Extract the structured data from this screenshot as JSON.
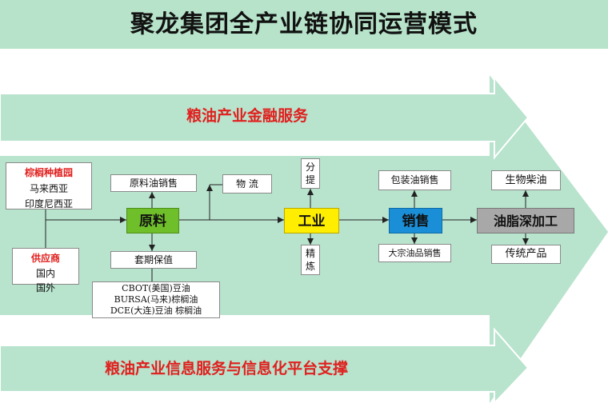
{
  "title": "聚龙集团全产业链协同运营模式",
  "bands": {
    "top": "粮油产业金融服务",
    "bottom": "粮油产业信息服务与信息化平台支撑"
  },
  "source": {
    "plantation_title": "棕榈种植园",
    "plantation_lines": [
      "马来西亚",
      "印度尼西亚"
    ],
    "supplier_title": "供应商",
    "supplier_lines": [
      "国内",
      "国外"
    ]
  },
  "stages": {
    "raw": "原料",
    "industry": "工业",
    "sales": "销售",
    "deep": "油脂深加工"
  },
  "boxes": {
    "raw_oil_sales": "原料油销售",
    "logistics": "物 流",
    "hedging": "套期保值",
    "futures": [
      "CBOT(美国)豆油",
      "BURSA(马来)棕榈油",
      "DCE(大连)豆油 棕榈油"
    ],
    "fractionation": [
      "分",
      "提"
    ],
    "refining": [
      "精",
      "炼"
    ],
    "packaged_sales": "包装油销售",
    "bulk_sales": "大宗油品销售",
    "biodiesel": "生物柴油",
    "traditional": "传统产品"
  },
  "colors": {
    "band_fill": "#b8e3cd",
    "title_bg": "#b6e3c9",
    "raw_stage": "#6fbf2a",
    "industry_stage": "#ffee00",
    "sales_stage": "#1a8fd8",
    "deep_stage": "#a8a8a8",
    "accent_red": "#e0201e"
  }
}
